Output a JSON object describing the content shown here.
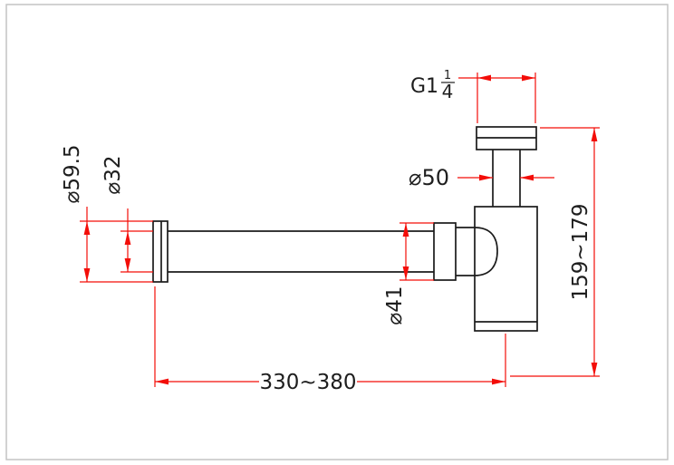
{
  "drawing": {
    "type": "technical-drawing",
    "subject": "bottle-trap-siphon-dimension-drawing",
    "labels": {
      "thread_size_prefix": "G1",
      "thread_size_numerator": "1",
      "thread_size_denominator": "4",
      "top_connection_diameter": "⌀50",
      "height_range": "159~179",
      "flange_diameter": "⌀59.5",
      "pipe_diameter": "⌀32",
      "nut_diameter": "⌀41",
      "length_range": "330~380"
    },
    "colors": {
      "dimension_red": "#f30d08",
      "line_black": "#1b1b1b",
      "frame_gray": "#c4c4c4",
      "background": "#ffffff"
    }
  }
}
